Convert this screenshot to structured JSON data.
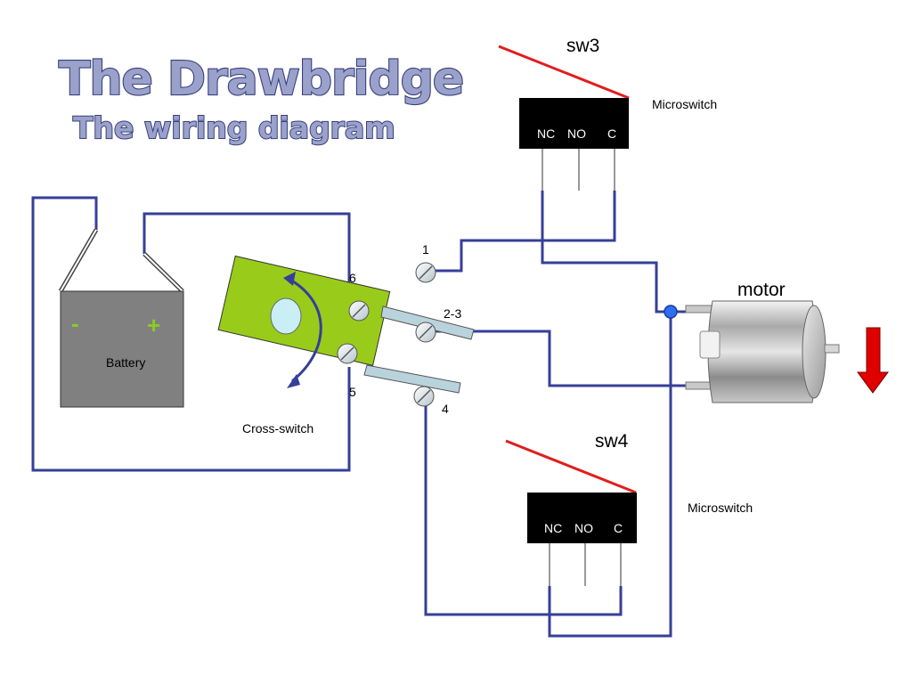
{
  "title": {
    "main": "The Drawbridge",
    "sub": "The wiring diagram"
  },
  "switches": {
    "sw3": {
      "name": "sw3",
      "type_label": "Microswitch",
      "pins": [
        "NC",
        "NO",
        "C"
      ]
    },
    "sw4": {
      "name": "sw4",
      "type_label": "Microswitch",
      "pins": [
        "NC",
        "NO",
        "C"
      ]
    }
  },
  "battery": {
    "label": "Battery",
    "negative": "-",
    "positive": "+"
  },
  "cross_switch": {
    "label": "Cross-switch",
    "terminals": {
      "t1": "1",
      "t23": "2-3",
      "t4": "4",
      "t5": "5",
      "t6": "6"
    }
  },
  "motor": {
    "label": "motor",
    "direction_icon": "arrow-down-icon"
  },
  "colors": {
    "wire": "#363f98",
    "lever": "#e21d1d",
    "switch_body": "#000000",
    "cross_switch_body": "#99cc1a",
    "battery_body": "#808080",
    "arrow": "#e00000"
  }
}
